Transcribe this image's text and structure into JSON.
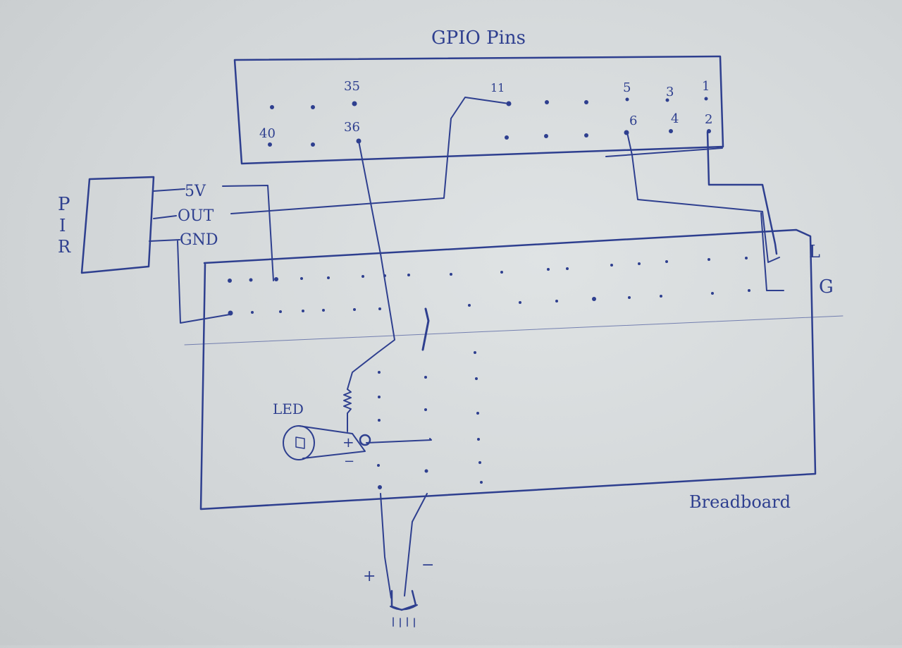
{
  "header": {
    "gpio_title": "GPIO Pins"
  },
  "gpio_pins": {
    "pin_35": "35",
    "pin_36": "36",
    "pin_40": "40",
    "pin_11": "11",
    "pin_5": "5",
    "pin_6": "6",
    "pin_3": "3",
    "pin_4": "4",
    "pin_1": "1",
    "pin_2": "2"
  },
  "pir": {
    "label_p": "P",
    "label_i": "I",
    "label_r": "R",
    "pin_5v": "5V",
    "pin_out": "OUT",
    "pin_gnd": "GND"
  },
  "breadboard": {
    "label": "Breadboard",
    "rail_l": "L",
    "rail_g": "G"
  },
  "led": {
    "label": "LED",
    "plus": "+",
    "minus": "−"
  },
  "buzzer": {
    "plus": "+",
    "minus": "−"
  },
  "colors": {
    "ink": "#2e3f8f",
    "paper": "#d7dbdd"
  }
}
